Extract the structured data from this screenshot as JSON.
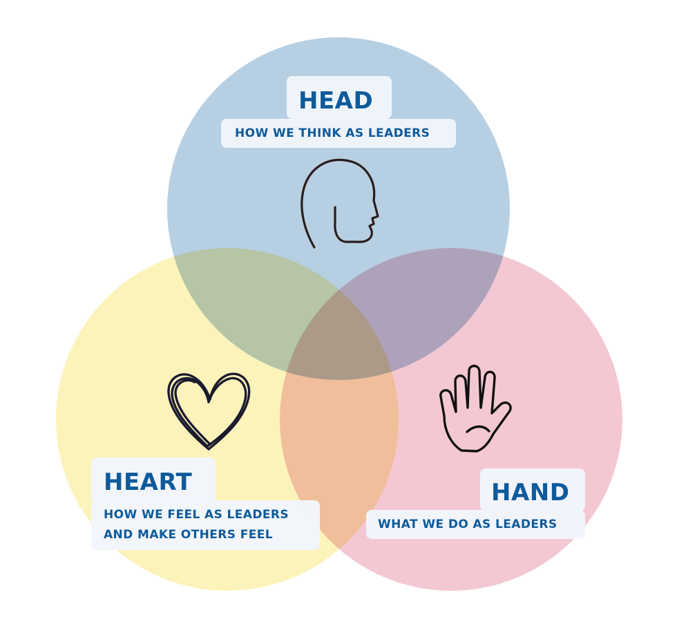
{
  "colors": {
    "label_text": "#0e5a9a",
    "card_bg": "#f1f6fc",
    "icon_stroke": "#1b1a2e",
    "head_circle": "#a3c1da",
    "heart_circle": "#fbf0a8",
    "hand_circle": "#efb9c6"
  },
  "circles": [
    {
      "id": "head",
      "title": "HEAD",
      "subtitle_lines": [
        "HOW WE THINK AS LEADERS"
      ],
      "icon": "head-profile-icon"
    },
    {
      "id": "heart",
      "title": "HEART",
      "subtitle_lines": [
        "HOW WE FEEL AS LEADERS",
        "AND MAKE OTHERS FEEL"
      ],
      "icon": "heart-icon"
    },
    {
      "id": "hand",
      "title": "HAND",
      "subtitle_lines": [
        "WHAT WE DO AS LEADERS"
      ],
      "icon": "hand-icon"
    }
  ]
}
